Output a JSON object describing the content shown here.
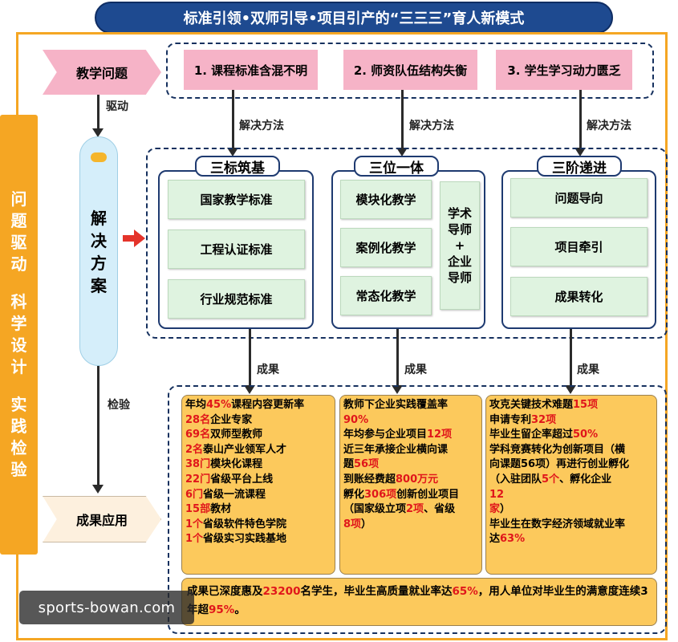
{
  "title": "标准引领•双师引导•项目引产的“三三三”育人新模式",
  "side": {
    "col1": "问题驱动",
    "col2": "科学设计",
    "col3": "实践检验"
  },
  "flow": {
    "problem": "教学问题",
    "drive": "驱动",
    "solution": "解决方案",
    "check": "检验",
    "result": "成果应用"
  },
  "problems": [
    "1. 课程标准含混不明",
    "2. 师资队伍结构失衡",
    "3. 学生学习动力匮乏"
  ],
  "method_label": "解决方法",
  "achievement_label": "成果",
  "groups": [
    {
      "title": "三标筑基",
      "items": [
        "国家教学标准",
        "工程认证标准",
        "行业规范标准"
      ]
    },
    {
      "title": "三位一体",
      "items": [
        "模块化教学",
        "案例化教学",
        "常态化教学"
      ],
      "side_box": [
        "学",
        "术",
        "导",
        "师",
        "+",
        "企",
        "业",
        "导",
        "师"
      ]
    },
    {
      "title": "三阶递进",
      "items": [
        "问题导向",
        "项目牵引",
        "成果转化"
      ]
    }
  ],
  "results": {
    "col1": [
      [
        "年均",
        "45%",
        "课程内容更新率"
      ],
      [
        "",
        "28名",
        "企业专家"
      ],
      [
        "",
        "69名",
        "双师型教师"
      ],
      [
        "",
        "2名",
        "泰山产业领军人才"
      ],
      [
        "",
        "38门",
        "模块化课程"
      ],
      [
        "",
        "22门",
        "省级平台上线"
      ],
      [
        "",
        "6门",
        "省级一流课程"
      ],
      [
        "",
        "15部",
        "教材"
      ],
      [
        "",
        "1个",
        "省级软件特色学院"
      ],
      [
        "",
        "1个",
        "省级实习实践基地"
      ]
    ],
    "col2": [
      [
        "教师下企业实践覆盖率",
        "",
        ""
      ],
      [
        "",
        "90%",
        ""
      ],
      [
        "年均参与企业项目",
        "12项",
        ""
      ],
      [
        "近三年承接企业横向课",
        "",
        ""
      ],
      [
        "题",
        "56项",
        ""
      ],
      [
        "到账经费超",
        "800万元",
        ""
      ],
      [
        "孵化",
        "306项",
        "创新创业项目"
      ],
      [
        "（国家级立项",
        "2项",
        "、省级"
      ],
      [
        "",
        "8项",
        "）"
      ]
    ],
    "col3": [
      [
        "攻克关键技术难题",
        "15项",
        ""
      ],
      [
        "申请专利",
        "32项",
        ""
      ],
      [
        "毕业生留企率超过",
        "50%",
        ""
      ],
      [
        "学科竞赛转化为创新项目（横",
        "",
        ""
      ],
      [
        "向课题56项）再进行创业孵化",
        "",
        ""
      ],
      [
        "（入驻团队",
        "5个",
        "、孵化企业"
      ],
      [
        "",
        "12",
        ""
      ],
      [
        "",
        "家",
        "）"
      ],
      [
        "毕业生在数字经济领域就业率",
        "",
        ""
      ],
      [
        "达",
        "63%",
        ""
      ]
    ],
    "summary": [
      "成果已深度惠及",
      "23200",
      "名学生，毕业生高质量就业率达",
      "65%",
      "，用人单位对毕业生的满意度连续3年超",
      "95%",
      "。"
    ]
  },
  "watermark": "sports-bowan.com",
  "colors": {
    "title_bg": "#1e4a90",
    "frame": "#f5a623",
    "problem_pink": "#f6b3c7",
    "item_green": "#dff3e0",
    "result_gold": "#fcc95c",
    "highlight": "#e0161b"
  }
}
